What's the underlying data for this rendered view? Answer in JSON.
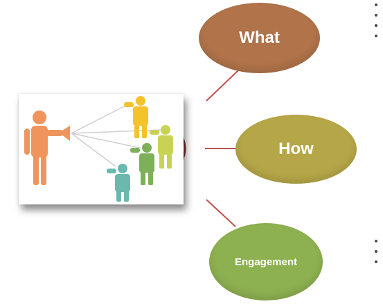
{
  "nodes": {
    "what": {
      "label": "What",
      "color": "#b0734a"
    },
    "how": {
      "label": "How",
      "color": "#b5a648"
    },
    "engagement": {
      "label": "Engagement",
      "color": "#8db050"
    }
  },
  "connector_color": "#c0504d",
  "photo": {
    "icon": "speaker-with-megaphone-audience-icon",
    "colors": {
      "speaker": "#f0945e",
      "audience_yellow": "#f5c22c",
      "audience_lime": "#c8d356",
      "audience_green": "#7eb05a",
      "audience_teal": "#6bb9ae"
    }
  },
  "bullets": {
    "top_count": 4,
    "bottom_count": 3
  }
}
